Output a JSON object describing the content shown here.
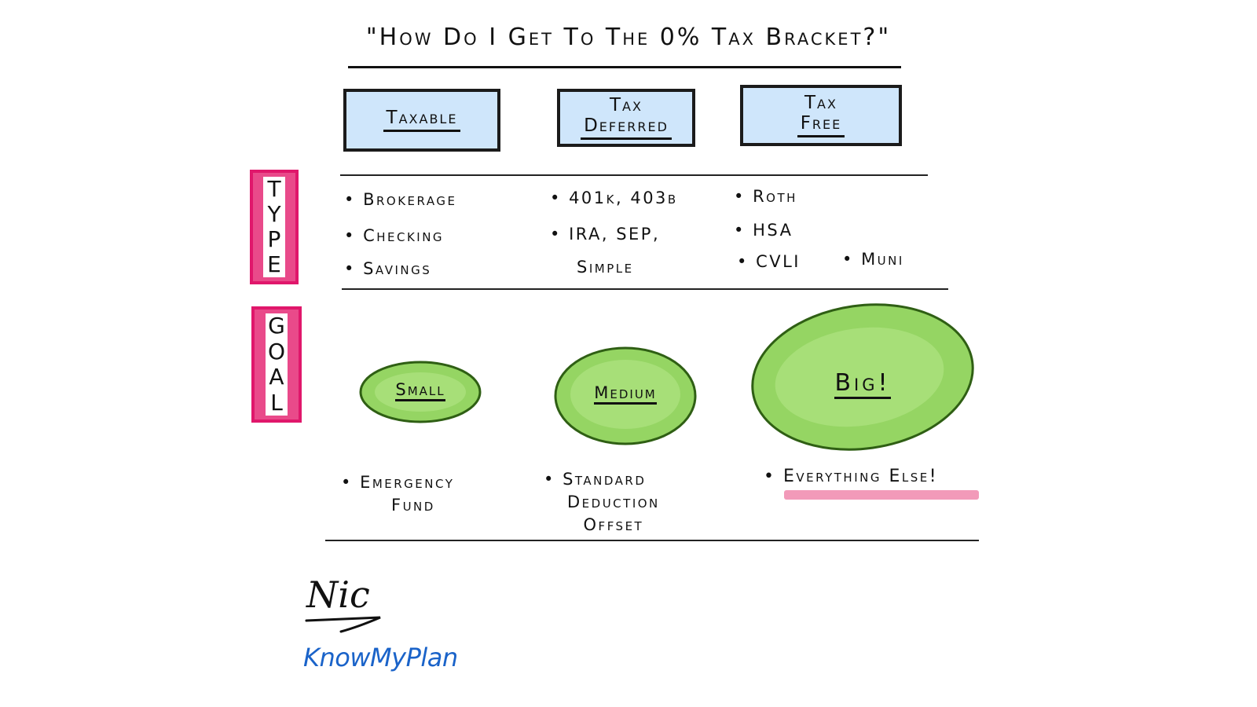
{
  "title": "\"How Do I Get To The 0% Tax Bracket?\"",
  "columns": [
    {
      "label": "Taxable"
    },
    {
      "label_line1": "Tax",
      "label_line2": "Deferred"
    },
    {
      "label_line1": "Tax",
      "label_line2": "Free"
    }
  ],
  "rows": {
    "type": {
      "letters": [
        "T",
        "Y",
        "P",
        "E"
      ]
    },
    "goal": {
      "letters": [
        "G",
        "O",
        "A",
        "L"
      ]
    }
  },
  "type_items": {
    "taxable": [
      "Brokerage",
      "Checking",
      "Savings"
    ],
    "tax_deferred": [
      "401k, 403b",
      "IRA, SEP,",
      "Simple"
    ],
    "tax_free": [
      "Roth",
      "HSA",
      "CVLI",
      "Muni"
    ]
  },
  "goal_sizes": {
    "small": "Small",
    "medium": "Medium",
    "big": "Big!"
  },
  "goal_items": {
    "taxable": [
      "Emergency",
      "Fund"
    ],
    "tax_deferred": [
      "Standard",
      "Deduction",
      "Offset"
    ],
    "tax_free": [
      "Everything Else!"
    ]
  },
  "signature": {
    "name": "Nic",
    "brand": "KnowMyPlan"
  },
  "colors": {
    "box_fill": "#cfe6fb",
    "row_tag": "#e94a8a",
    "ellipse_fill": "#95d563",
    "ellipse_stroke": "#2f5f14",
    "highlight": "#f29ab9",
    "brand": "#1a63c9"
  }
}
